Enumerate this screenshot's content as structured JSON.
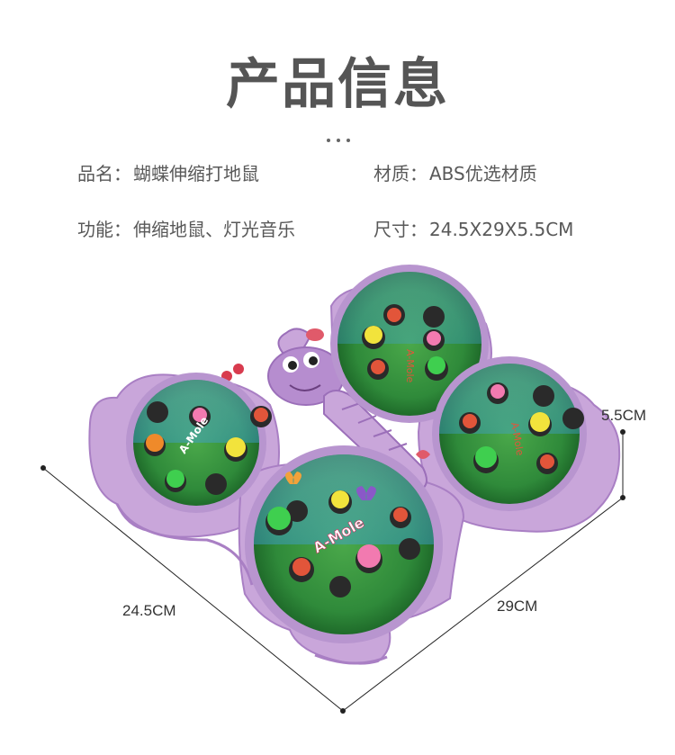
{
  "header": {
    "title": "产品信息"
  },
  "specs": [
    {
      "label": "品名：",
      "value": "蝴蝶伸缩打地鼠"
    },
    {
      "label": "材质：",
      "value": "ABS优选材质"
    },
    {
      "label": "功能：",
      "value": "伸缩地鼠、灯光音乐"
    },
    {
      "label": "尺寸：",
      "value": "24.5X29X5.5CM"
    }
  ],
  "dimensions": {
    "width": "24.5CM",
    "length": "29CM",
    "height": "5.5CM"
  },
  "product": {
    "board_text": "A-Mole",
    "colors": {
      "body": "#c9a6da",
      "body_dark": "#a97fc4",
      "board_green": "#2f8a3a",
      "board_sky": "#5db3e8"
    }
  }
}
